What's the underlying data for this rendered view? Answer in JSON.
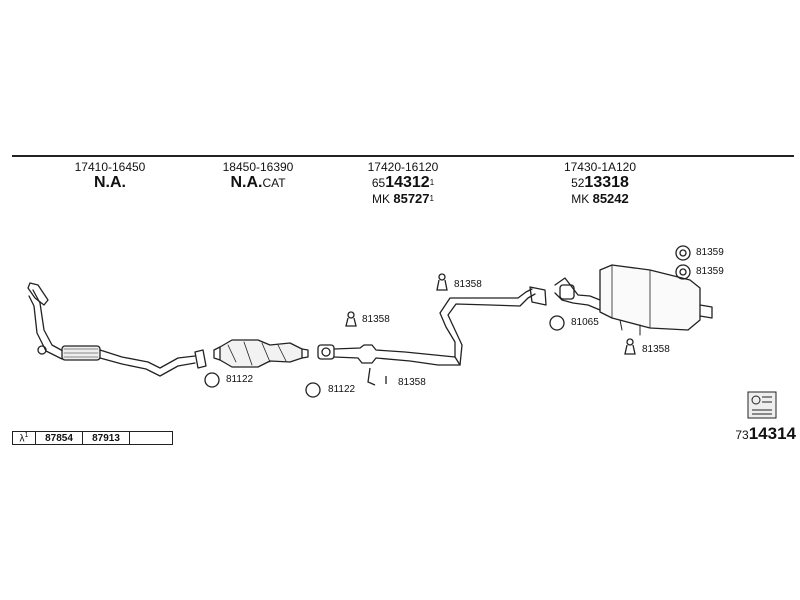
{
  "columns": [
    {
      "part_no": "17410-16450",
      "label": "N.A.",
      "suffix": ""
    },
    {
      "part_no": "18450-16390",
      "label": "N.A.",
      "suffix": "CAT"
    },
    {
      "part_no": "17420-16120",
      "prefix": "65",
      "main": "14312",
      "note": "1",
      "mk_label": "MK",
      "mk_no": "85727",
      "mk_note": "1"
    },
    {
      "part_no": "17430-1A120",
      "prefix": "52",
      "main": "13318",
      "mk_label": "MK",
      "mk_no": "85242"
    }
  ],
  "callouts": {
    "ring_81122_a": "81122",
    "ring_81122_b": "81122",
    "hanger_81358_a": "81358",
    "hanger_81358_b": "81358",
    "hanger_81358_c": "81358",
    "hanger_81358_d": "81358",
    "ring_81065": "81065",
    "nut_81359_a": "81359",
    "nut_81359_b": "81359"
  },
  "ref_table": {
    "lambda": "λ",
    "lambda_note": "1",
    "cells": [
      "87854",
      "87913",
      ""
    ]
  },
  "diagram_ref": {
    "prefix": "73",
    "main": "14314"
  }
}
